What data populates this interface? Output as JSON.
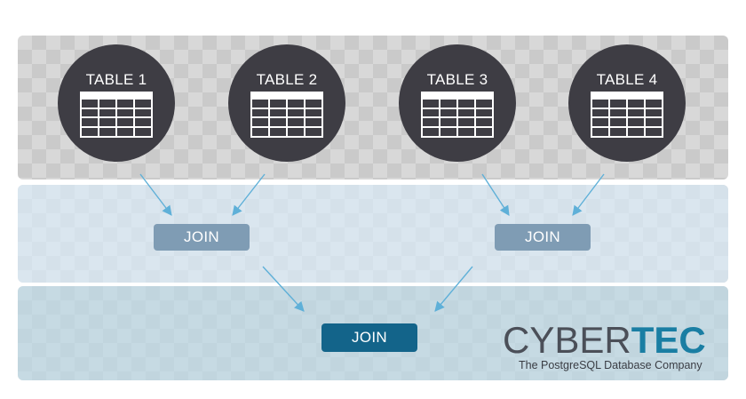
{
  "tables": [
    {
      "label": "TABLE 1"
    },
    {
      "label": "TABLE 2"
    },
    {
      "label": "TABLE 3"
    },
    {
      "label": "TABLE 4"
    }
  ],
  "joins": [
    {
      "label": "JOIN"
    },
    {
      "label": "JOIN"
    },
    {
      "label": "JOIN"
    }
  ],
  "logo": {
    "word_part1": "CYBER",
    "word_part2": "TEC",
    "tagline": "The PostgreSQL Database Company"
  },
  "colors": {
    "table_circle": "#3e3d44",
    "join_light": "#7f9cb4",
    "join_dark": "#13648a",
    "arrow": "#5fb0d8",
    "brand": "#1a7ea3"
  },
  "icons": [
    "table-grid-icon",
    "arrow-icon"
  ]
}
